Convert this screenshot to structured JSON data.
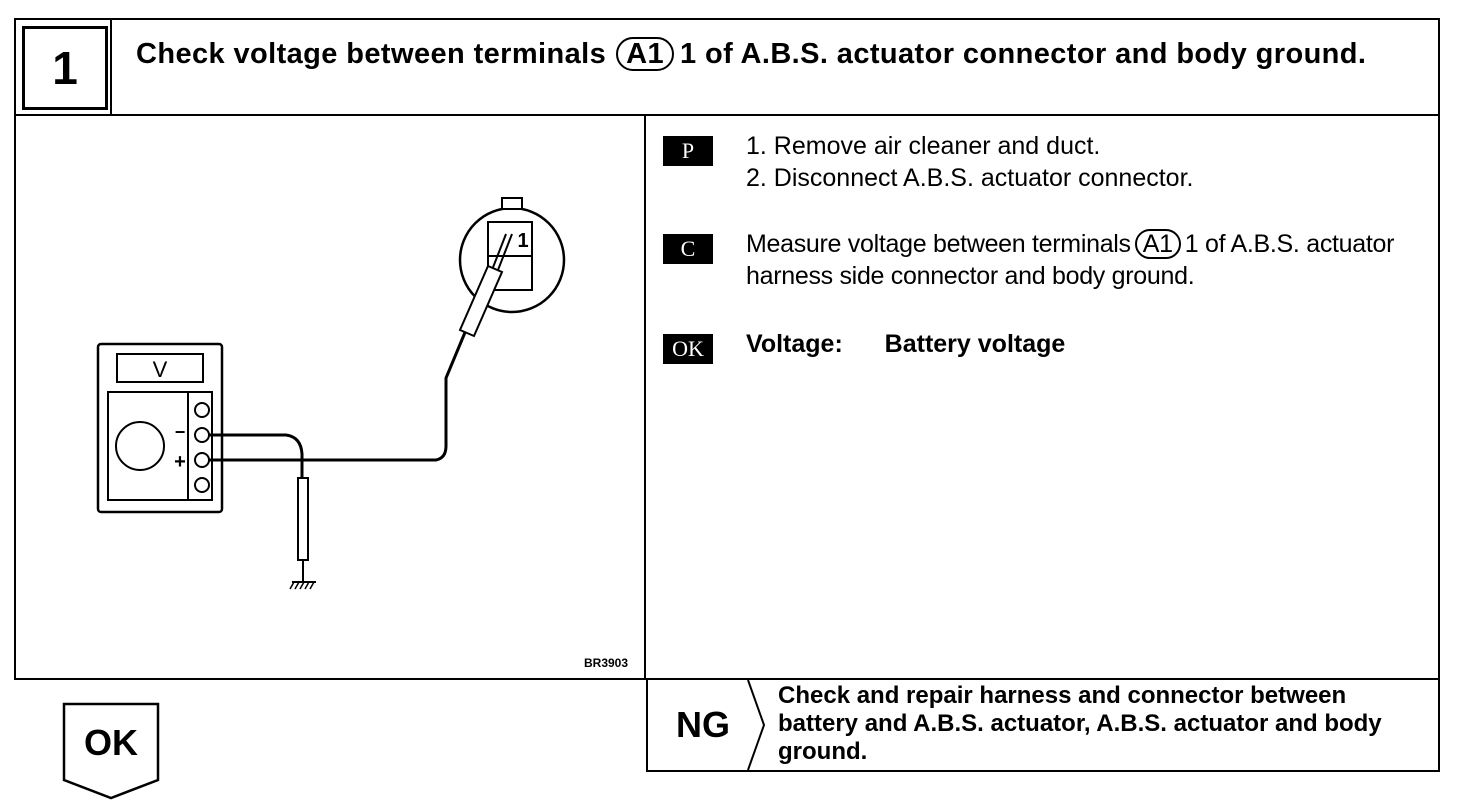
{
  "step": {
    "number": "1",
    "title_before": "Check voltage between terminals",
    "connector_code": "A1",
    "title_after": "1 of A.B.S. actuator connector and body ground."
  },
  "figure": {
    "code": "BR3903",
    "meter_label": "V",
    "terminal_label": "1",
    "minus_sign": "−",
    "plus_sign": "+"
  },
  "procedure": {
    "p_badge": "P",
    "p_steps": [
      "1.  Remove air cleaner and duct.",
      "2.  Disconnect A.B.S. actuator connector."
    ],
    "c_badge": "C",
    "c_before": "Measure voltage between terminals",
    "c_code": "A1",
    "c_after": "1 of A.B.S. actuator harness side connector and body ground.",
    "ok_badge": "OK",
    "ok_label": "Voltage:",
    "ok_value": "Battery voltage"
  },
  "result_ng": {
    "label": "NG",
    "text": "Check and repair harness and connector between battery and A.B.S. actuator, A.B.S. actuator and body ground."
  },
  "result_ok": {
    "label": "OK"
  }
}
